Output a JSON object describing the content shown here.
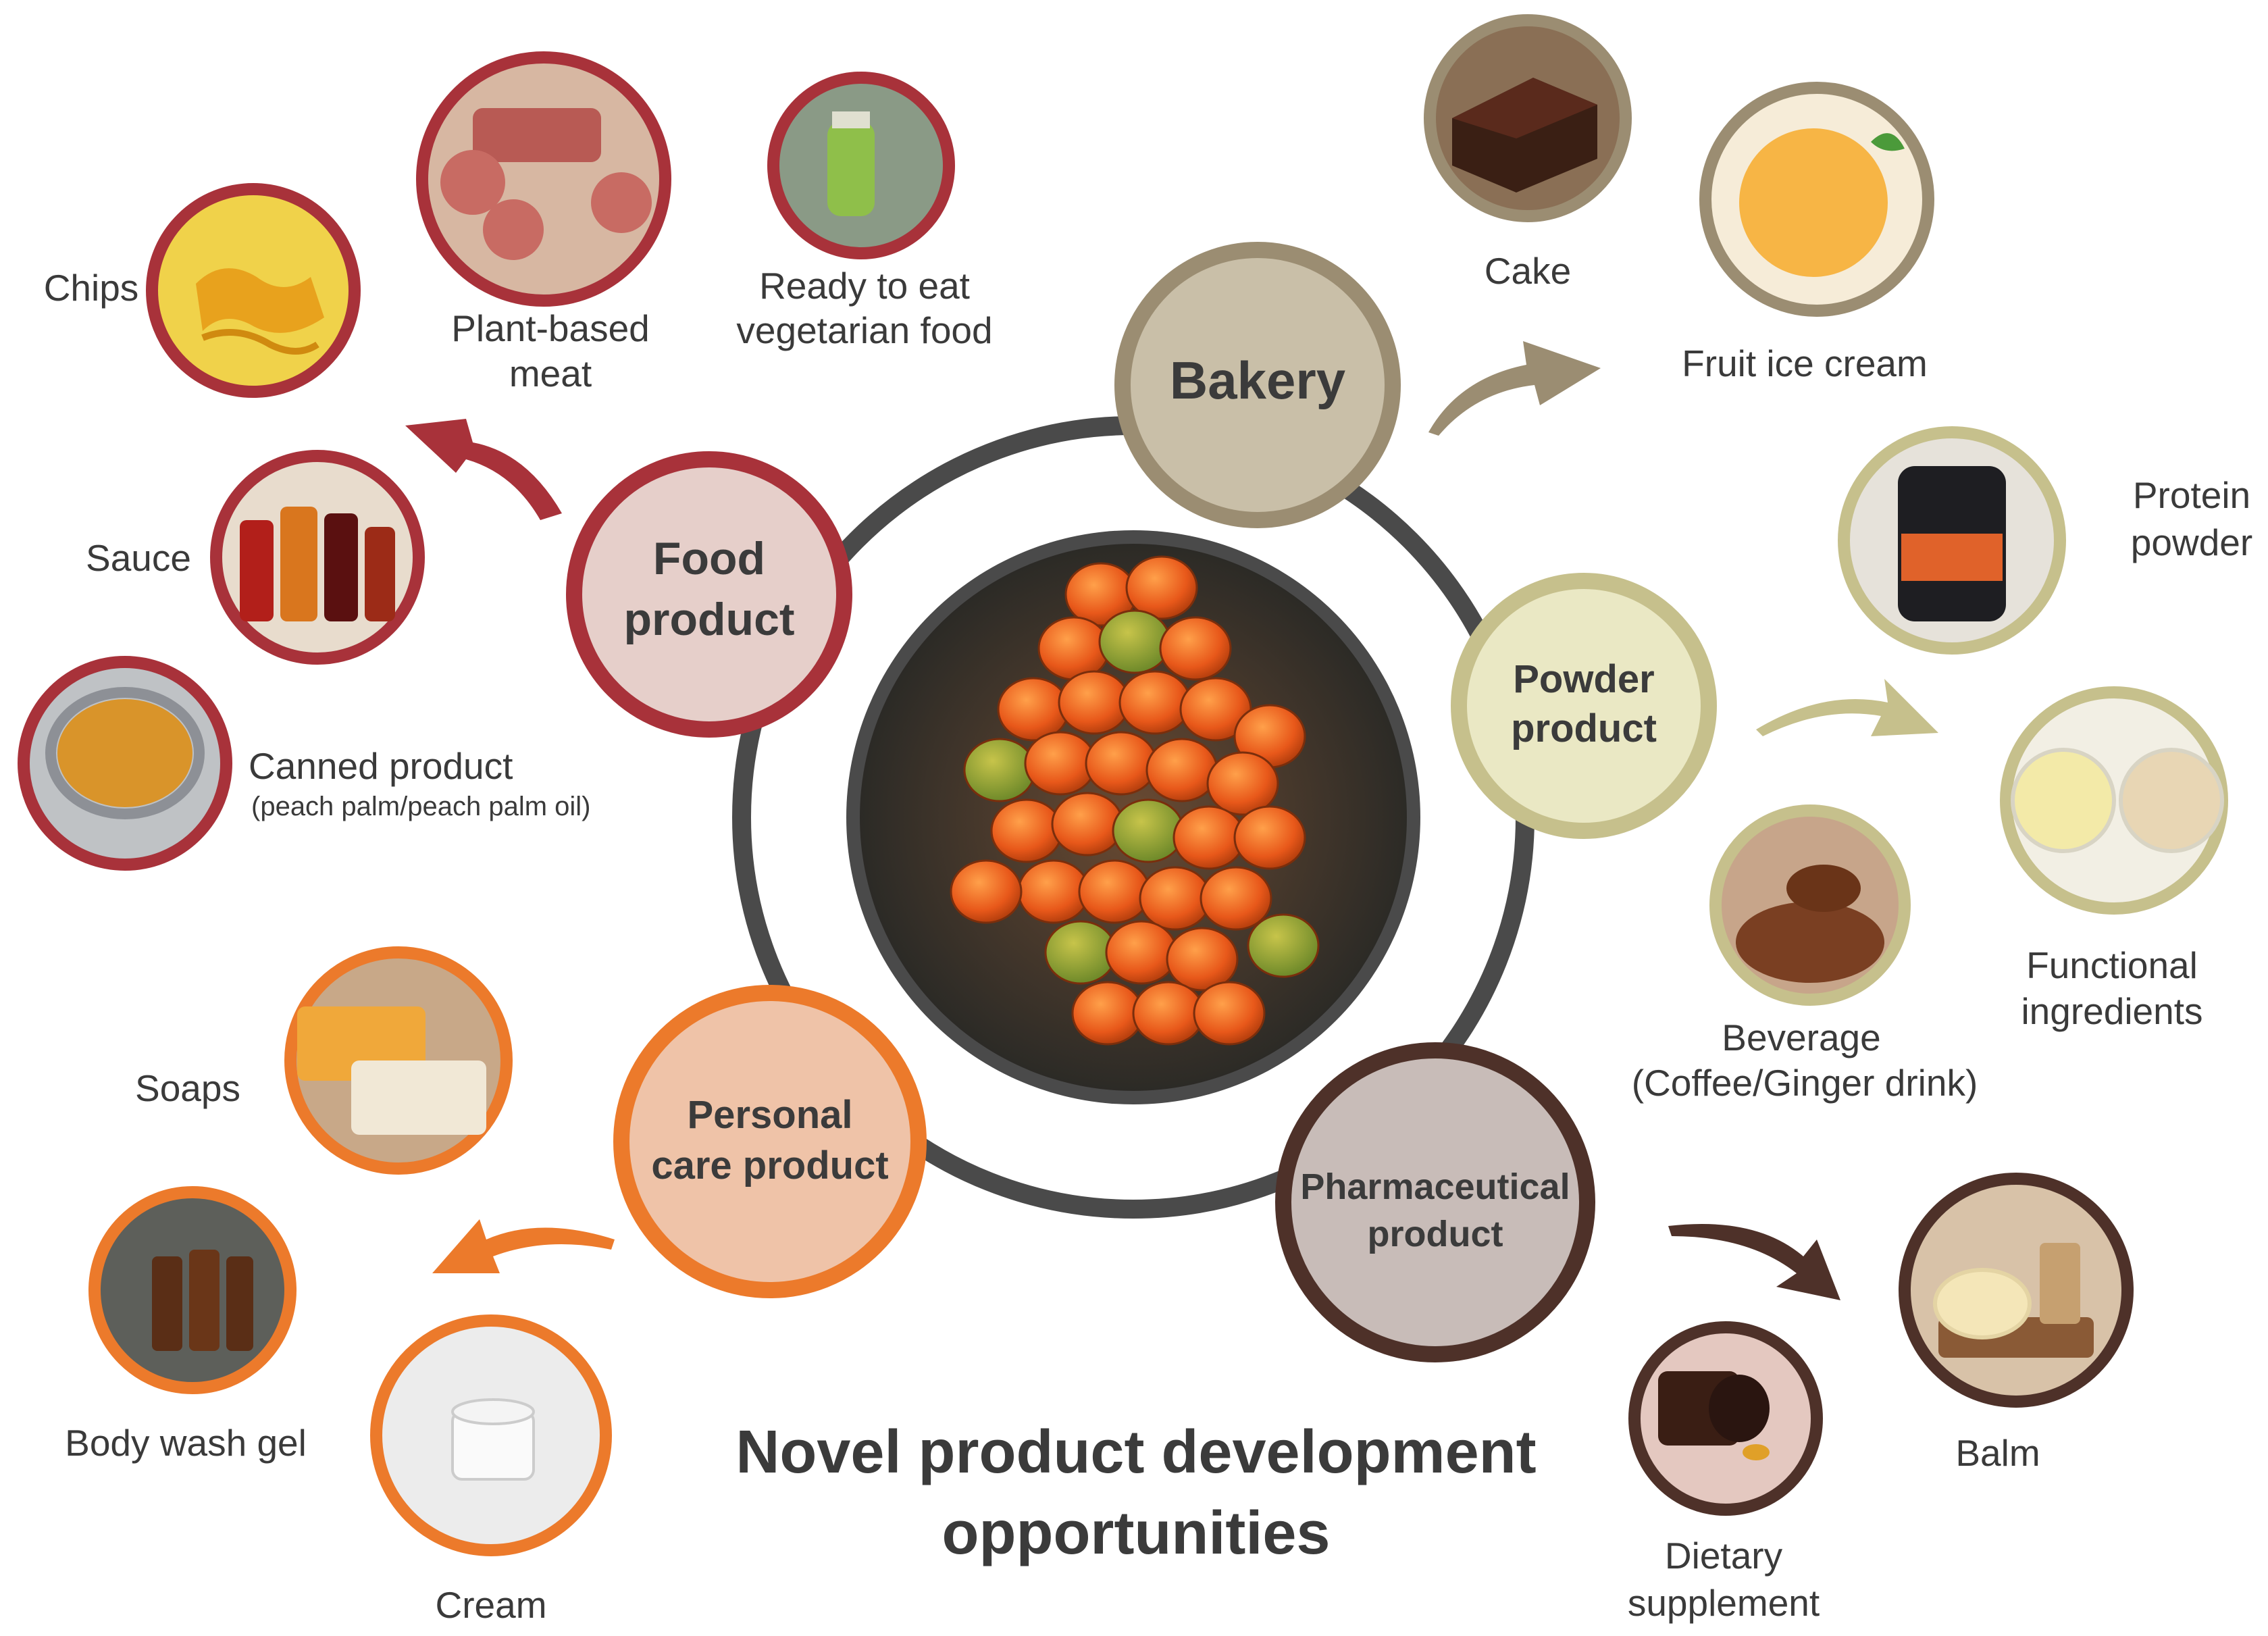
{
  "title_line1": "Novel product development",
  "title_line2": "opportunities",
  "colors": {
    "food": "#a8323a",
    "bakery": "#9b8d72",
    "powder": "#c6c08c",
    "personal": "#ec7a2b",
    "pharma": "#4e3129",
    "ring": "#4a4a4a"
  },
  "center_image": "peach-palm-fruit-bunch",
  "hubs": {
    "food": {
      "line1": "Food",
      "line2": "product"
    },
    "bakery": {
      "line1": "Bakery"
    },
    "powder": {
      "line1": "Powder",
      "line2": "product"
    },
    "personal": {
      "line1": "Personal",
      "line2": "care product"
    },
    "pharma": {
      "line1": "Pharmaceutical",
      "line2": "product"
    }
  },
  "items": {
    "chips": "Chips",
    "plant_meat_1": "Plant-based",
    "plant_meat_2": "meat",
    "ready_1": "Ready to eat",
    "ready_2": "vegetarian food",
    "sauce": "Sauce",
    "canned_1": "Canned product",
    "canned_2": "(peach palm/peach palm oil)",
    "cake": "Cake",
    "ice_cream": "Fruit ice cream",
    "protein_1": "Protein",
    "protein_2": "powder",
    "functional_1": "Functional",
    "functional_2": "ingredients",
    "beverage_1": "Beverage",
    "beverage_2": "(Coffee/Ginger drink)",
    "soaps": "Soaps",
    "body_wash": "Body wash gel",
    "cream": "Cream",
    "dietary_1": "Dietary",
    "dietary_2": "supplement",
    "balm": "Balm"
  }
}
